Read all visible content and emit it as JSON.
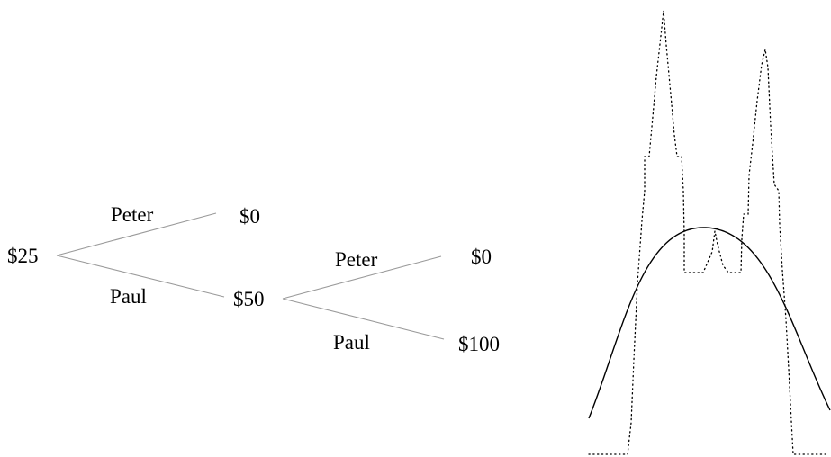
{
  "tree": {
    "root_value": "$25",
    "edges": {
      "root_to_zero": "Peter",
      "root_to_fifty": "Paul",
      "fifty_to_zero": "Peter",
      "fifty_to_hundred": "Paul"
    },
    "nodes": {
      "first_zero": "$0",
      "fifty": "$50",
      "second_zero": "$0",
      "hundred": "$100"
    }
  },
  "colors": {
    "text": "#000000",
    "tree_lines": "#9a9a9a",
    "curve": "#000000",
    "dotted_outline": "#000000"
  }
}
